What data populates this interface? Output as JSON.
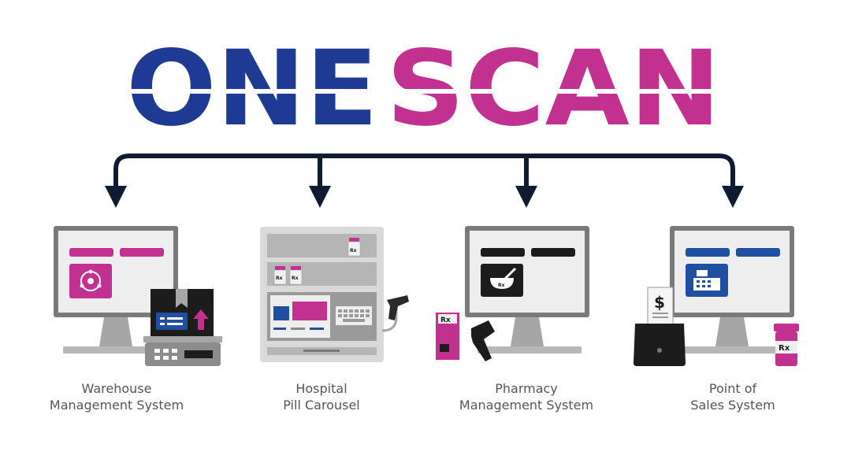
{
  "logo": {
    "part1": "ONE",
    "part2": "SCAN",
    "color1": "#1f3a93",
    "color2": "#c2318f"
  },
  "colors": {
    "arrow": "#0f1b33",
    "monitor_frame": "#7a7a7a",
    "screen": "#eeeeee",
    "magenta": "#c2318f",
    "blue": "#1f4fa0",
    "dark": "#1c1c1c"
  },
  "systems": [
    {
      "line1": "Warehouse",
      "line2": "Management System",
      "icon": "warehouse-hub-icon"
    },
    {
      "line1": "Hospital",
      "line2": "Pill Carousel",
      "icon": "pill-carousel-icon"
    },
    {
      "line1": "Pharmacy",
      "line2": "Management System",
      "icon": "mortar-pestle-icon"
    },
    {
      "line1": "Point of",
      "line2": "Sales System",
      "icon": "cash-register-icon"
    }
  ],
  "labels": {
    "rx": "Rx",
    "dollar": "$"
  }
}
